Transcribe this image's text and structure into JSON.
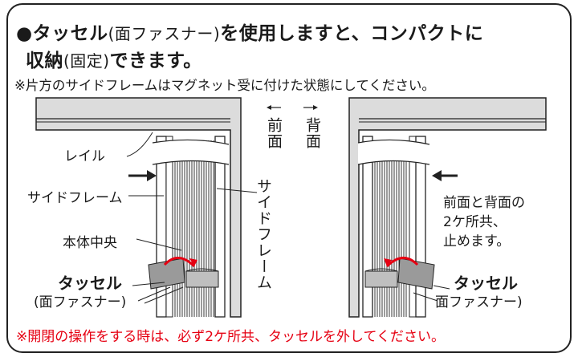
{
  "title": {
    "line1_a": "●タッセル",
    "line1_paren": "(面ファスナー)",
    "line1_b": "を使用しますと、コンパクトに",
    "line2_a": "収納",
    "line2_paren": "(固定)",
    "line2_b": "できます。"
  },
  "note_top": "※片方のサイドフレームはマグネット受に付けた状態にしてください。",
  "labels": {
    "rail": "レイル",
    "side_frame": "サイドフレーム",
    "side_frame_vertical": "サイドフレーム",
    "center": "本体中央",
    "front": "前面",
    "back": "背面",
    "tassel_left": "タッセル",
    "tassel_left_paren": "(面ファスナー)",
    "tassel_right": "タッセル",
    "tassel_right_paren": "面ファスナー)",
    "both_line1": "前面と背面の",
    "both_line2": "2ケ所共、",
    "both_line3": "止めます。"
  },
  "note_bottom": "※開閉の操作をする時は、必ず2ケ所共、タッセルを外してください。",
  "colors": {
    "accent_red": "#e60012",
    "frame_gray": "#dcdcdc",
    "line": "#222222"
  }
}
